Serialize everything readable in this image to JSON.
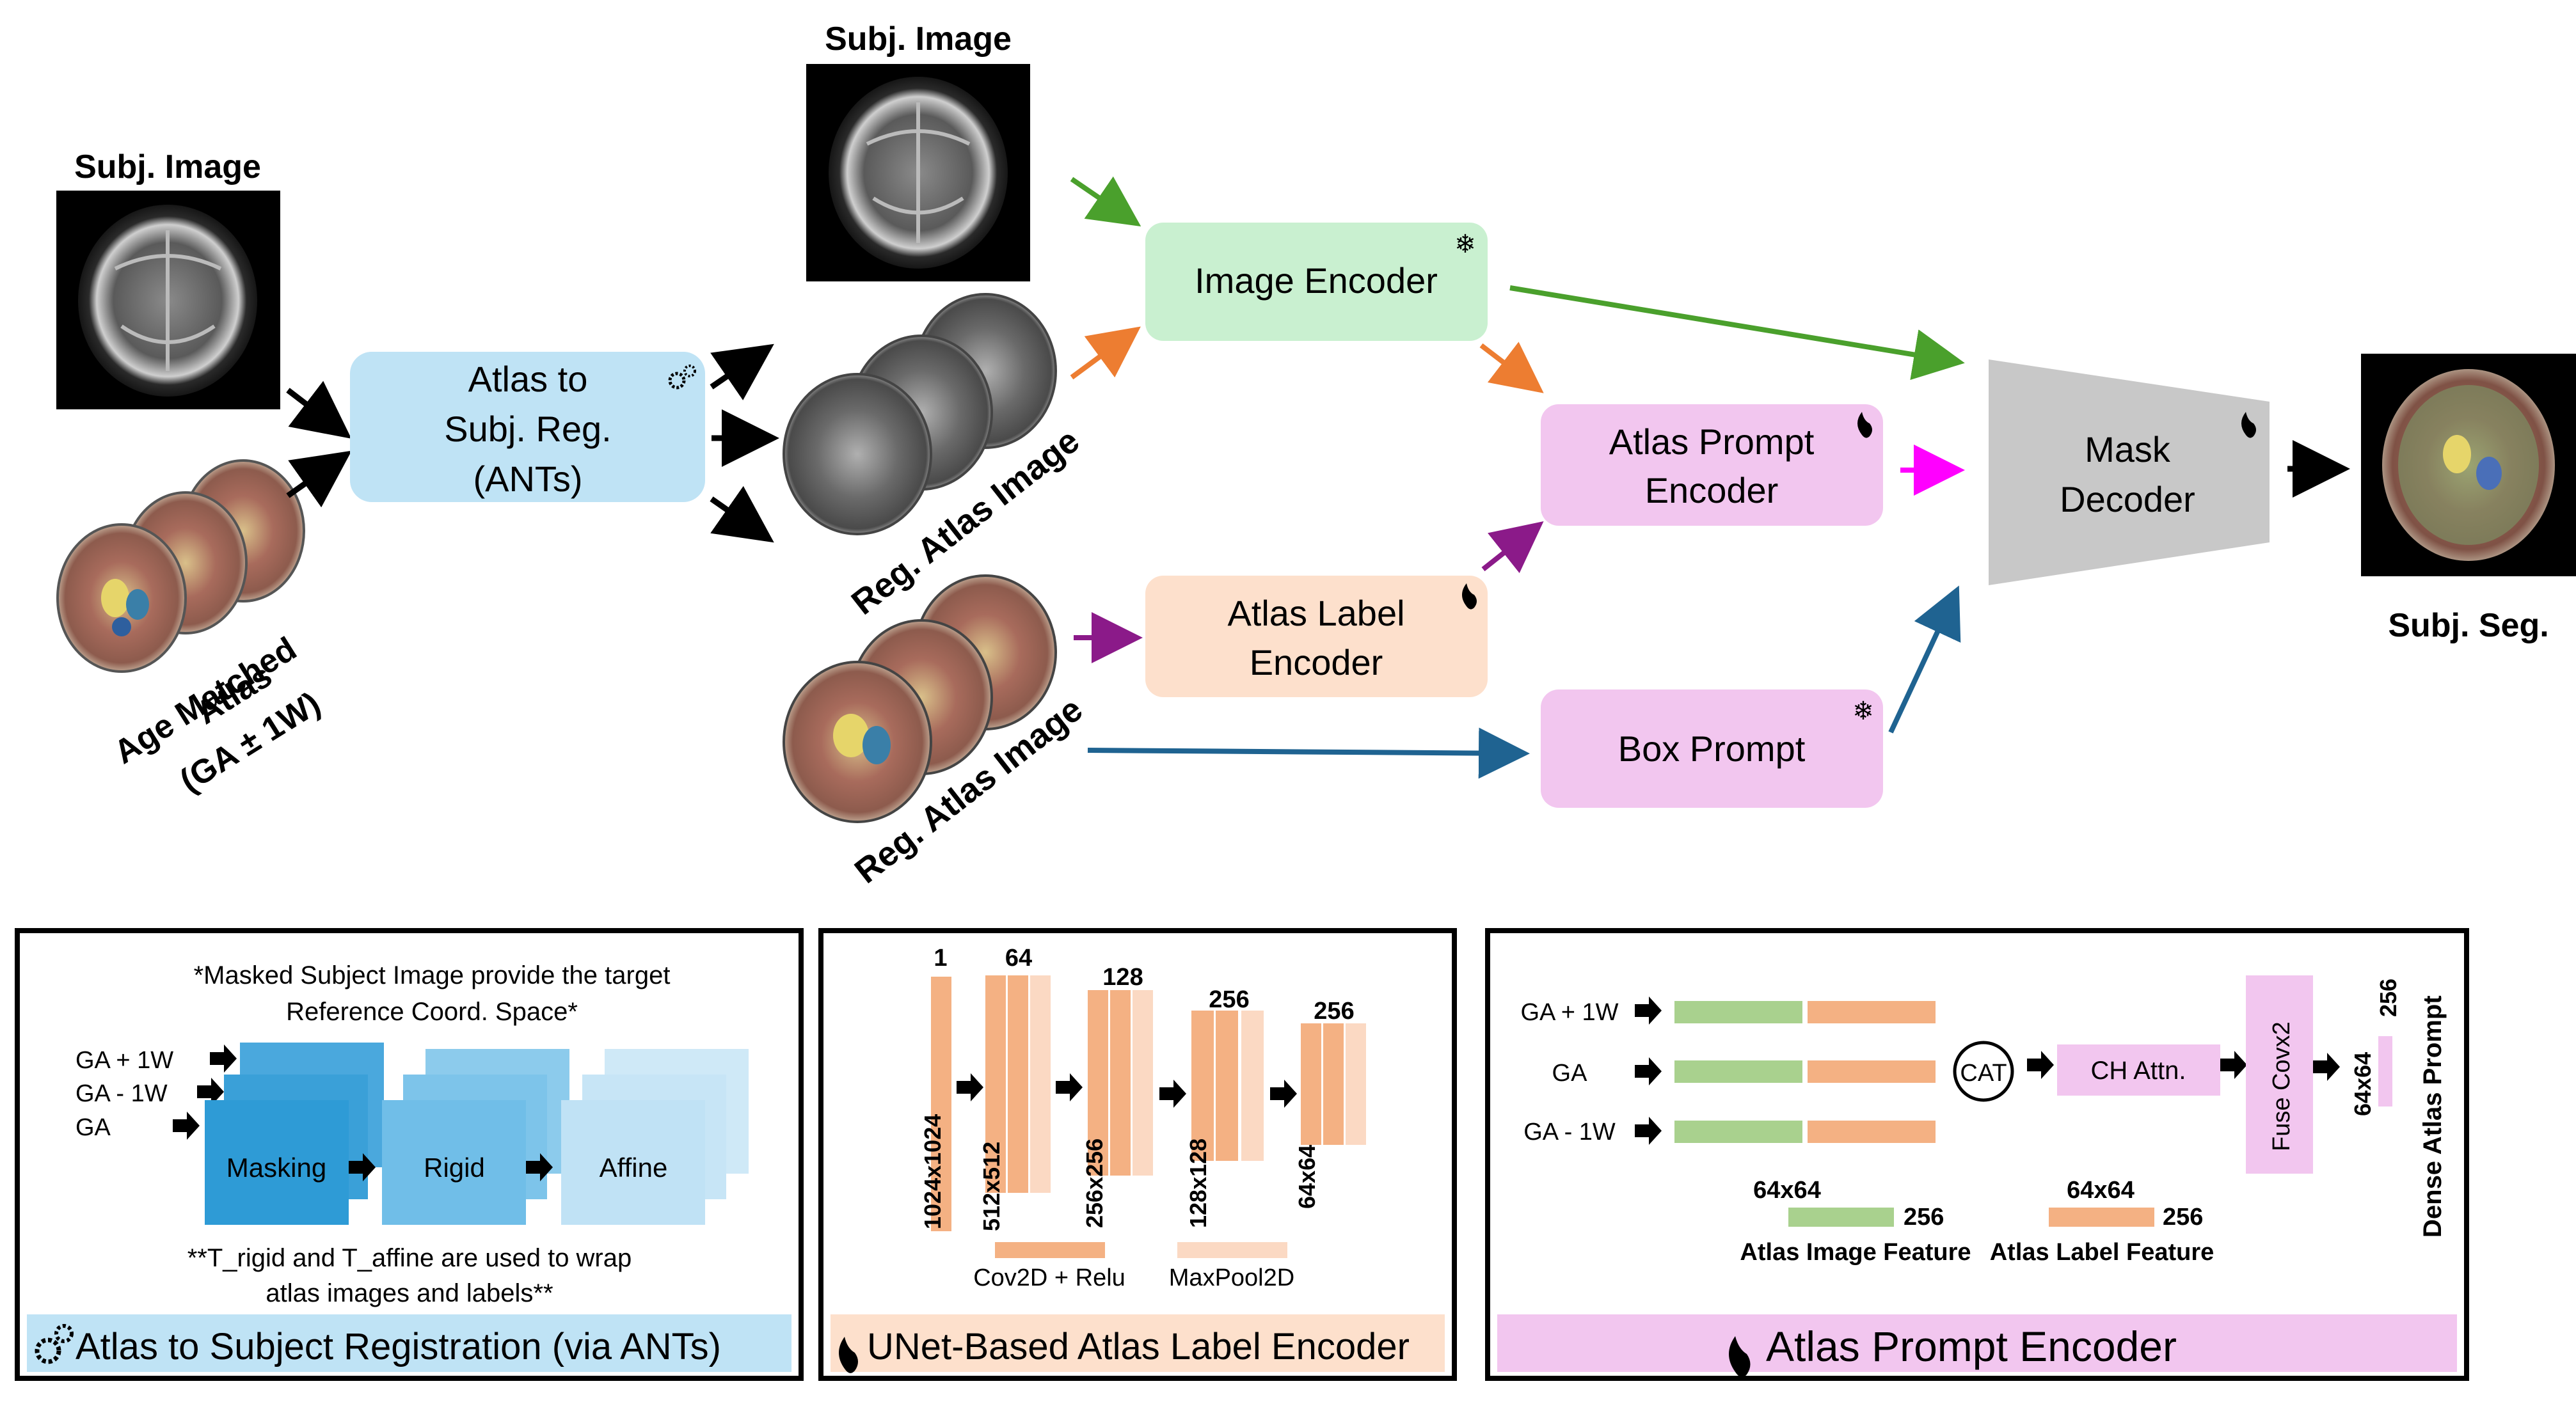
{
  "colors": {
    "green": "#4aa02c",
    "orange": "#ed7d31",
    "magenta": "#ff00ff",
    "purple": "#8b1a89",
    "teal": "#1f6391",
    "box_blue": "#bfe3f5",
    "box_green": "#c9f0d0",
    "box_peach": "#fde0cc",
    "box_pink": "#f2c6ef",
    "decoder_gray": "#c8c8c8",
    "unet_orange": "#f4b183",
    "feat_green": "#a9d18e",
    "feat_orange": "#f4b183"
  },
  "pipeline": {
    "subj_image_left": "Subj. Image",
    "subj_image_top": "Subj. Image",
    "atlas_label_1": "Age Matched",
    "atlas_label_2": "Atlas",
    "atlas_label_3": "(GA ± 1W)",
    "reg_label_1": "Atlas to",
    "reg_label_2": "Subj. Reg.",
    "reg_label_3": "(ANTs)",
    "reg_atlas_image_1": "Reg. Atlas Image",
    "reg_atlas_image_2": "Reg. Atlas Image",
    "image_encoder": "Image Encoder",
    "atlas_prompt_1": "Atlas Prompt",
    "atlas_prompt_2": "Encoder",
    "atlas_label_enc_1": "Atlas Label",
    "atlas_label_enc_2": "Encoder",
    "box_prompt": "Box Prompt",
    "mask_1": "Mask",
    "mask_2": "Decoder",
    "subj_seg": "Subj. Seg."
  },
  "panel1": {
    "note_1": "*Masked Subject Image provide the target",
    "note_2": "Reference Coord. Space*",
    "ga_plus": "GA + 1W",
    "ga_minus": "GA - 1W",
    "ga": "GA",
    "step_masking": "Masking",
    "step_rigid": "Rigid",
    "step_affine": "Affine",
    "foot_1": "**T_rigid and T_affine are used to wrap",
    "foot_2": "atlas images and labels**",
    "title": "Atlas to Subject Registration (via ANTs)"
  },
  "panel2": {
    "ch": [
      "1",
      "64",
      "128",
      "256",
      "256"
    ],
    "res": [
      "1024x1024",
      "512x512",
      "256x256",
      "128x128",
      "64x64"
    ],
    "legend_conv": "Cov2D + Relu",
    "legend_pool": "MaxPool2D",
    "title": "UNet-Based Atlas Label Encoder"
  },
  "panel3": {
    "ga_plus": "GA + 1W",
    "ga": "GA",
    "ga_minus": "GA - 1W",
    "cat": "CAT",
    "ch_attn": "CH Attn.",
    "fuse": "Fuse Covx2",
    "dim_64": "64x64",
    "dim_256": "256",
    "dense": "Dense Atlas Prompt",
    "img_feat_dim": "64x64",
    "img_feat_ch": "256",
    "img_feat": "Atlas Image Feature",
    "lbl_feat_dim": "64x64",
    "lbl_feat_ch": "256",
    "lbl_feat": "Atlas Label Feature",
    "title": "Atlas Prompt Encoder"
  }
}
